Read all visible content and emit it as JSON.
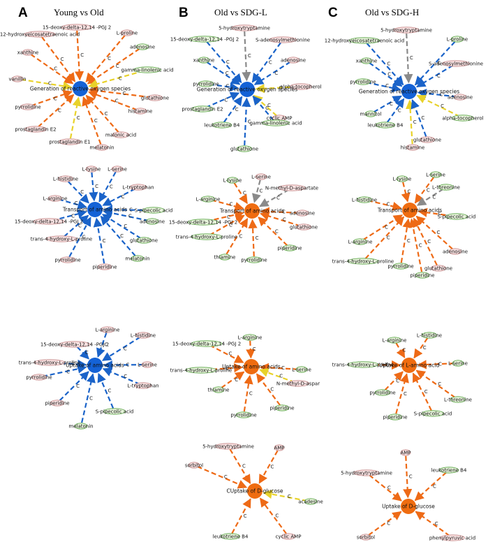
{
  "colors": {
    "up_node": "#e8f5dc",
    "up_stroke": "#5aa446",
    "down_node": "#f9e2e2",
    "down_stroke": "#c78c8c",
    "orange": "#ee6a16",
    "blue": "#1a63c9",
    "yellow": "#e8d22a",
    "gray": "#8a8a8a",
    "center_blue": "#1462d6",
    "center_orange": "#ef6c10"
  },
  "panels": [
    {
      "label": "A",
      "title": "Young vs Old"
    },
    {
      "label": "B",
      "title": "Old vs SDG-L"
    },
    {
      "label": "C",
      "title": "Old vs SDG-H"
    }
  ],
  "edge_label": "C",
  "networks": [
    {
      "id": "A1",
      "center": "Generation of reactive oxygen species",
      "center_color": "blue",
      "nodes": [
        {
          "label": "15-deoxy-delta-12,14 -PGJ 2",
          "type": "down",
          "edge": "orange"
        },
        {
          "label": "12-hydroxyeicosatetraenoic acid",
          "type": "down",
          "edge": "orange"
        },
        {
          "label": "L-proline",
          "type": "down",
          "edge": "orange"
        },
        {
          "label": "adenosine",
          "type": "up",
          "edge": "orange"
        },
        {
          "label": "xanthine",
          "type": "down",
          "edge": "orange"
        },
        {
          "label": "gamma-linolenic acid",
          "type": "up",
          "edge": "yellow"
        },
        {
          "label": "vanillin",
          "type": "down",
          "edge": "yellow"
        },
        {
          "label": "glutathione",
          "type": "down",
          "edge": "orange"
        },
        {
          "label": "pyrrolidine",
          "type": "down",
          "edge": "orange"
        },
        {
          "label": "histamine",
          "type": "down",
          "edge": "orange"
        },
        {
          "label": "prostaglandin E2",
          "type": "down",
          "edge": "orange"
        },
        {
          "label": "malonic acid",
          "type": "down",
          "edge": "orange"
        },
        {
          "label": "prostaglandin E1",
          "type": "down",
          "edge": "yellow"
        },
        {
          "label": "melatonin",
          "type": "down",
          "edge": "orange"
        }
      ]
    },
    {
      "id": "B1",
      "center": "Generation of reactive oxygen species",
      "center_color": "blue",
      "nodes": [
        {
          "label": "5-hydroxytryptamine",
          "type": "down",
          "edge": "gray"
        },
        {
          "label": "15-deoxy-delta-12,14 -PGJ 2",
          "type": "up",
          "edge": "blue"
        },
        {
          "label": "S-adenosylmethionine",
          "type": "down",
          "edge": "blue"
        },
        {
          "label": "xanthine",
          "type": "up",
          "edge": "blue"
        },
        {
          "label": "adenosine",
          "type": "down",
          "edge": "blue"
        },
        {
          "label": "pyrrolidine",
          "type": "up",
          "edge": "blue"
        },
        {
          "label": "alpha-tocopherol",
          "type": "down",
          "edge": "yellow"
        },
        {
          "label": "prostaglandin E2",
          "type": "up",
          "edge": "blue"
        },
        {
          "label": "cyclic AMP",
          "type": "down",
          "edge": "yellow"
        },
        {
          "label": "leukotriene B4",
          "type": "up",
          "edge": "blue"
        },
        {
          "label": "gamma-linolenic acid",
          "type": "up",
          "edge": "blue"
        },
        {
          "label": "glutathione",
          "type": "up",
          "edge": "blue"
        }
      ]
    },
    {
      "id": "C1",
      "center": "Generation of reactive oxygen species",
      "center_color": "blue",
      "nodes": [
        {
          "label": "5-hydroxytryptamine",
          "type": "down",
          "edge": "gray"
        },
        {
          "label": "12-hydroxyeicosatetraenoic acid",
          "type": "up",
          "edge": "blue"
        },
        {
          "label": "L-proline",
          "type": "up",
          "edge": "blue"
        },
        {
          "label": "xanthine",
          "type": "up",
          "edge": "blue"
        },
        {
          "label": "S-adenosylmethionine",
          "type": "down",
          "edge": "blue"
        },
        {
          "label": "pyrrolidine",
          "type": "up",
          "edge": "blue"
        },
        {
          "label": "adenosine",
          "type": "down",
          "edge": "blue"
        },
        {
          "label": "mannitol",
          "type": "up",
          "edge": "blue"
        },
        {
          "label": "alpha-tocopherol",
          "type": "up",
          "edge": "yellow"
        },
        {
          "label": "leukotriene B4",
          "type": "up",
          "edge": "blue"
        },
        {
          "label": "histamine",
          "type": "down",
          "edge": "yellow"
        },
        {
          "label": "glutathione",
          "type": "down",
          "edge": "blue"
        }
      ]
    },
    {
      "id": "A2",
      "center": "Transport of amino acids",
      "center_color": "blue",
      "nodes": [
        {
          "label": "L-lysine",
          "type": "down",
          "edge": "blue"
        },
        {
          "label": "L-serine",
          "type": "down",
          "edge": "blue"
        },
        {
          "label": "L-histidine",
          "type": "down",
          "edge": "blue"
        },
        {
          "label": "L-tryptophan",
          "type": "down",
          "edge": "blue"
        },
        {
          "label": "L-arginine",
          "type": "down",
          "edge": "blue"
        },
        {
          "label": "S-pipecolic acid",
          "type": "up",
          "edge": "blue"
        },
        {
          "label": "15-deoxy-delta-12,14 -PGJ 2",
          "type": "down",
          "edge": "blue"
        },
        {
          "label": "adenosine",
          "type": "up",
          "edge": "blue"
        },
        {
          "label": "trans-4-hydroxy-L-proline",
          "type": "down",
          "edge": "blue"
        },
        {
          "label": "glutathione",
          "type": "up",
          "edge": "blue"
        },
        {
          "label": "pyrrolidine",
          "type": "down",
          "edge": "blue"
        },
        {
          "label": "melatonin",
          "type": "up",
          "edge": "blue"
        },
        {
          "label": "piperidine",
          "type": "down",
          "edge": "blue"
        }
      ]
    },
    {
      "id": "B2",
      "center": "Transport of amino acids",
      "center_color": "orange",
      "nodes": [
        {
          "label": "L-lysine",
          "type": "up",
          "edge": "orange"
        },
        {
          "label": "L-serine",
          "type": "down",
          "edge": "gray"
        },
        {
          "label": "N-methyl-D-aspartate",
          "type": "down",
          "edge": "gray"
        },
        {
          "label": "L-arginine",
          "type": "up",
          "edge": "orange"
        },
        {
          "label": "adenosine",
          "type": "down",
          "edge": "orange"
        },
        {
          "label": "15-deoxy-delta-12,14 -PGJ 2",
          "type": "up",
          "edge": "orange"
        },
        {
          "label": "glutathione",
          "type": "down",
          "edge": "orange"
        },
        {
          "label": "trans-4-hydroxy-L-proline",
          "type": "up",
          "edge": "orange"
        },
        {
          "label": "piperidine",
          "type": "up",
          "edge": "orange"
        },
        {
          "label": "thiamine",
          "type": "up",
          "edge": "orange"
        },
        {
          "label": "pyrrolidine",
          "type": "up",
          "edge": "orange"
        }
      ]
    },
    {
      "id": "C2",
      "center": "Transport of amino acids",
      "center_color": "orange",
      "nodes": [
        {
          "label": "L-lysine",
          "type": "up",
          "edge": "orange"
        },
        {
          "label": "L-serine",
          "type": "up",
          "edge": "orange"
        },
        {
          "label": "L-threonine",
          "type": "up",
          "edge": "gray"
        },
        {
          "label": "L-histidine",
          "type": "up",
          "edge": "orange"
        },
        {
          "label": "S-pipecolic acid",
          "type": "up",
          "edge": "orange"
        },
        {
          "label": "L-arginine",
          "type": "up",
          "edge": "orange"
        },
        {
          "label": "adenosine",
          "type": "down",
          "edge": "orange"
        },
        {
          "label": "trans-4-hydroxy-L-proline",
          "type": "up",
          "edge": "orange"
        },
        {
          "label": "glutathione",
          "type": "down",
          "edge": "orange"
        },
        {
          "label": "pyrrolidine",
          "type": "up",
          "edge": "orange"
        },
        {
          "label": "piperidine",
          "type": "up",
          "edge": "orange"
        }
      ]
    },
    {
      "id": "A3",
      "center": "Uptake of amino acids",
      "center_color": "blue",
      "nodes": [
        {
          "label": "L-arginine",
          "type": "down",
          "edge": "blue"
        },
        {
          "label": "15-deoxy-delta-12,14 -PGJ 2",
          "type": "down",
          "edge": "blue"
        },
        {
          "label": "L-histidine",
          "type": "down",
          "edge": "blue"
        },
        {
          "label": "trans-4-hydroxy-L-proline",
          "type": "down",
          "edge": "blue"
        },
        {
          "label": "L-serine",
          "type": "down",
          "edge": "blue"
        },
        {
          "label": "pyrrolidine",
          "type": "down",
          "edge": "blue"
        },
        {
          "label": "L-tryptophan",
          "type": "down",
          "edge": "blue"
        },
        {
          "label": "piperidine",
          "type": "down",
          "edge": "blue"
        },
        {
          "label": "S-pipecolic acid",
          "type": "up",
          "edge": "blue"
        },
        {
          "label": "melatonin",
          "type": "up",
          "edge": "blue"
        }
      ]
    },
    {
      "id": "B3",
      "center": "Uptake of amino acids",
      "center_color": "orange",
      "nodes": [
        {
          "label": "L-arginine",
          "type": "up",
          "edge": "orange"
        },
        {
          "label": "15-deoxy-delta-12,14 -PGJ 2",
          "type": "up",
          "edge": "orange"
        },
        {
          "label": "trans-4-hydroxy-L-proline",
          "type": "up",
          "edge": "orange"
        },
        {
          "label": "L-serine",
          "type": "up",
          "edge": "orange"
        },
        {
          "label": "N-methyl-D-aspar",
          "type": "down",
          "edge": "yellow"
        },
        {
          "label": "thiamine",
          "type": "up",
          "edge": "orange"
        },
        {
          "label": "piperidine",
          "type": "up",
          "edge": "orange"
        },
        {
          "label": "pyrrolidine",
          "type": "up",
          "edge": "orange"
        }
      ]
    },
    {
      "id": "C3",
      "center": "Uptake of L-amino acid",
      "center_color": "orange",
      "nodes": [
        {
          "label": "L-histidine",
          "type": "up",
          "edge": "orange"
        },
        {
          "label": "L-arginine",
          "type": "up",
          "edge": "orange"
        },
        {
          "label": "trans-4-hydroxy-L-proline",
          "type": "up",
          "edge": "orange"
        },
        {
          "label": "L-serine",
          "type": "up",
          "edge": "orange"
        },
        {
          "label": "pyrrolidine",
          "type": "up",
          "edge": "orange"
        },
        {
          "label": "L-threonine",
          "type": "up",
          "edge": "orange"
        },
        {
          "label": "piperidine",
          "type": "up",
          "edge": "orange"
        },
        {
          "label": "S-pipecolic acid",
          "type": "up",
          "edge": "orange"
        }
      ]
    },
    {
      "id": "B4",
      "center": "CUptake of D-glucose",
      "center_color": "orange",
      "nodes": [
        {
          "label": "5-hydroxytryptamine",
          "type": "down",
          "edge": "orange"
        },
        {
          "label": "AMP",
          "type": "down",
          "edge": "orange"
        },
        {
          "label": "sorbitol",
          "type": "down",
          "edge": "orange"
        },
        {
          "label": "acadesine",
          "type": "up",
          "edge": "yellow"
        },
        {
          "label": "leukotriene B4",
          "type": "up",
          "edge": "orange"
        },
        {
          "label": "cyclic AMP",
          "type": "down",
          "edge": "orange"
        }
      ]
    },
    {
      "id": "C4",
      "center": "Uptake of D-glucose",
      "center_color": "orange",
      "nodes": [
        {
          "label": "AMP",
          "type": "down",
          "edge": "orange"
        },
        {
          "label": "5-hydroxytryptamine",
          "type": "down",
          "edge": "orange"
        },
        {
          "label": "leukotriene B4",
          "type": "up",
          "edge": "orange"
        },
        {
          "label": "sorbitol",
          "type": "down",
          "edge": "orange"
        },
        {
          "label": "phenylpyruvic acid",
          "type": "down",
          "edge": "orange"
        }
      ]
    }
  ]
}
